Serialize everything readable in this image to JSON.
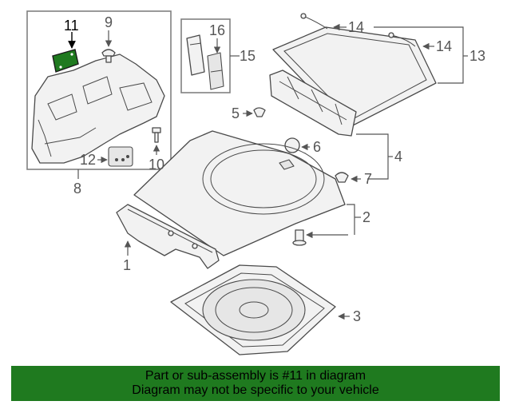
{
  "callouts": {
    "c1": "1",
    "c2": "2",
    "c3": "3",
    "c4": "4",
    "c5": "5",
    "c6": "6",
    "c7": "7",
    "c8": "8",
    "c9": "9",
    "c10": "10",
    "c11": "11",
    "c12": "12",
    "c13": "13",
    "c14a": "14",
    "c14b": "14",
    "c15": "15",
    "c16": "16"
  },
  "highlight_color": "#1f7a1f",
  "banner": {
    "line1": "Part or sub-assembly is #11 in diagram",
    "line2": "Diagram may not be specific to your vehicle",
    "background": "#1f7a1f"
  }
}
